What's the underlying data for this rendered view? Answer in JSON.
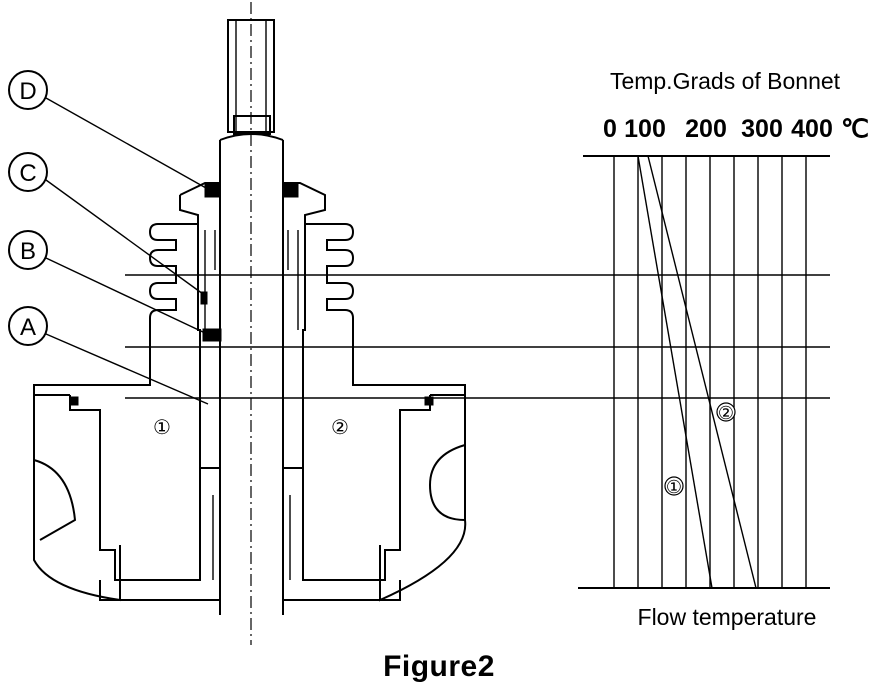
{
  "figure_caption": "Figure2",
  "chart_title": "Temp.Grads of Bonnet",
  "axis_ticks": [
    "0",
    "100",
    "200",
    "300",
    "400",
    "℃"
  ],
  "bottom_label": "Flow temperature",
  "part_callouts": [
    "D",
    "C",
    "B",
    "A"
  ],
  "zone_markers": [
    "①",
    "②"
  ],
  "curve_markers": [
    "②",
    "①"
  ]
}
